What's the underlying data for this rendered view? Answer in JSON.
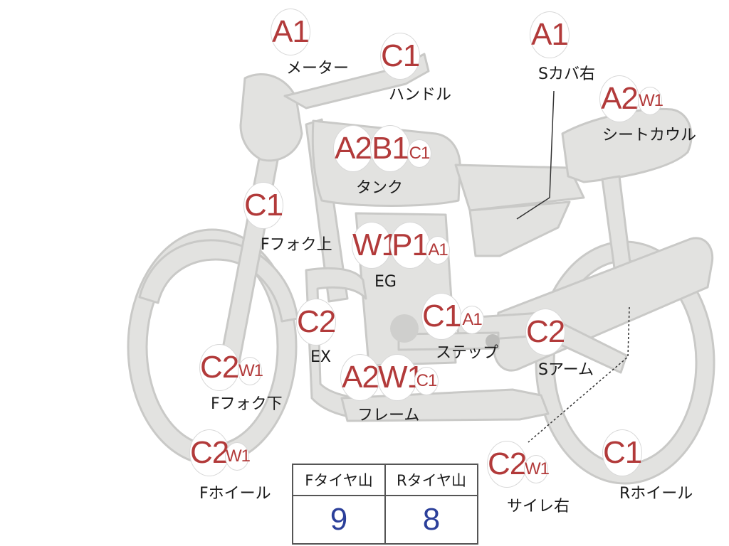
{
  "badges": {
    "meter": "A1",
    "handle": "C1",
    "side_cover_right": "A1",
    "seat_cowl_1": "A2",
    "seat_cowl_2": "W1",
    "tank_1": "A2",
    "tank_2": "B1",
    "tank_3": "C1",
    "fork_upper": "C1",
    "engine_1": "W1",
    "engine_2": "P1",
    "engine_3": "A1",
    "exhaust": "C2",
    "step_1": "C1",
    "step_2": "A1",
    "swing_arm": "C2",
    "fork_lower_1": "C2",
    "fork_lower_2": "W1",
    "frame_1": "A2",
    "frame_2": "W1",
    "frame_3": "C1",
    "front_wheel_1": "C2",
    "front_wheel_2": "W1",
    "silencer_right_1": "C2",
    "silencer_right_2": "W1",
    "rear_wheel": "C1"
  },
  "labels": {
    "meter": "メーター",
    "handle": "ハンドル",
    "side_cover_right": "Sカバ右",
    "seat_cowl": "シートカウル",
    "tank": "タンク",
    "fork_upper": "Fフォク上",
    "engine": "EG",
    "exhaust": "EX",
    "step": "ステップ",
    "swing_arm": "Sアーム",
    "fork_lower": "Fフォク下",
    "frame": "フレーム",
    "front_wheel": "Fホイール",
    "silencer_right": "サイレ右",
    "rear_wheel": "Rホイール"
  },
  "tread_table": {
    "front_header": "Fタイヤ山",
    "rear_header": "Rタイヤ山",
    "front_value": "9",
    "rear_value": "8"
  },
  "colors": {
    "badge_text": "#b23a3a",
    "table_value": "#2b3f9a",
    "bike_fill": "#e2e2e0",
    "bike_stroke": "#c7c7c5"
  }
}
